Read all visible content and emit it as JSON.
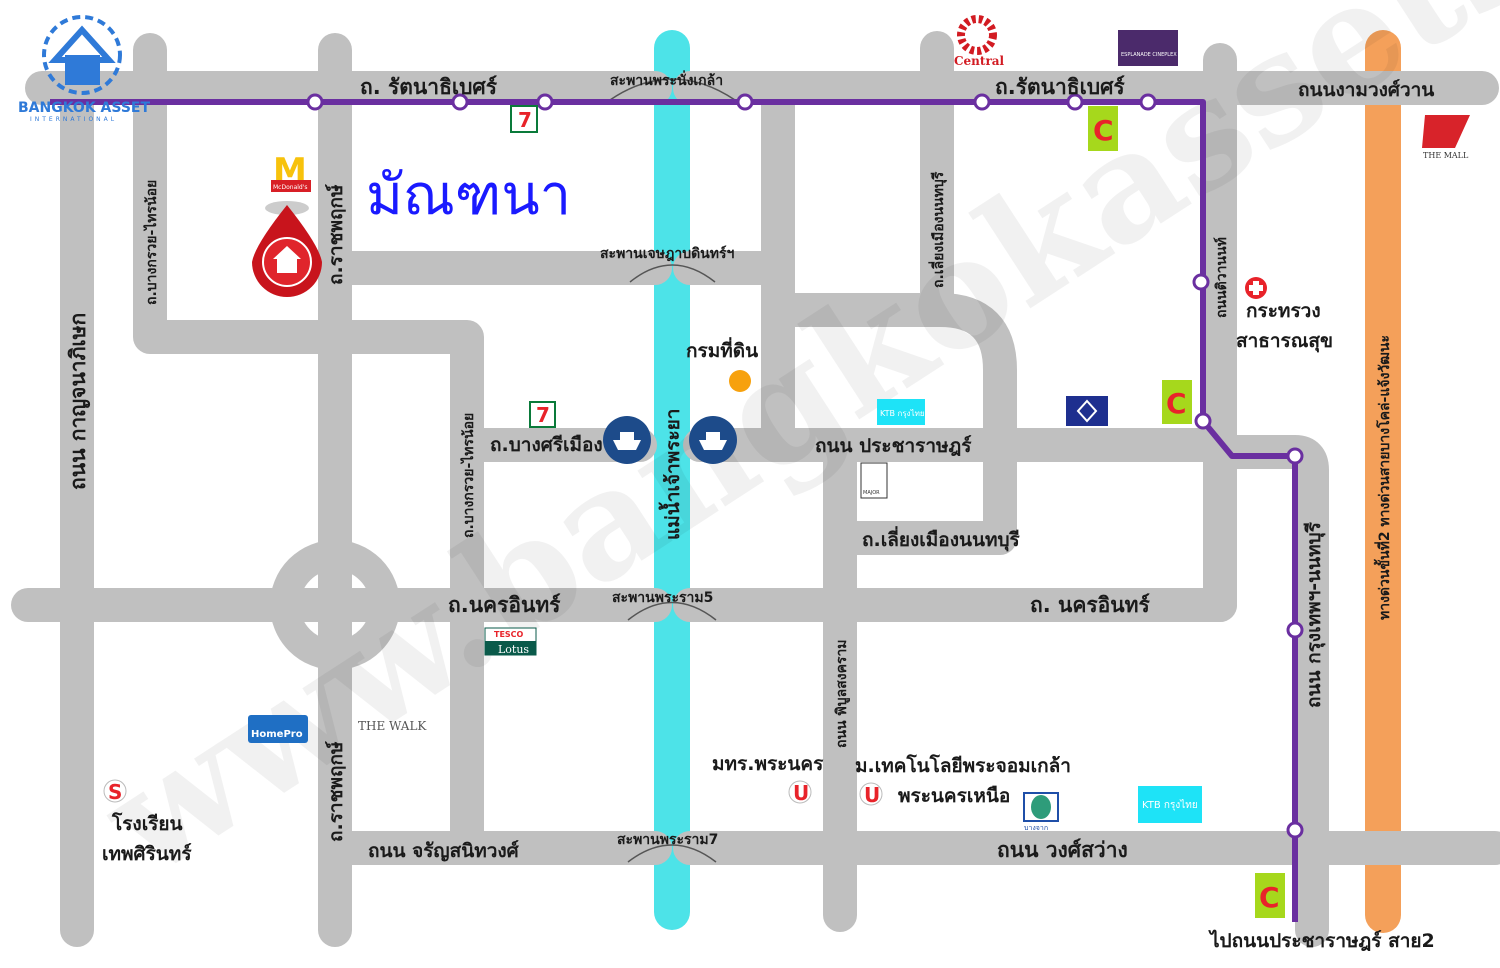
{
  "title": "มัณฑนา",
  "brand": {
    "name": "BANGKOK ASSET",
    "sub": "INTERNATIONAL"
  },
  "watermark": "www.bangkokassets.com",
  "colors": {
    "road": "#c0c0c0",
    "river": "#4de3e8",
    "expressway": "#f4a05a",
    "metro_line": "#6a2fa0",
    "title": "#1a1aff"
  },
  "roads": {
    "rattanathibet_west": "ถ. รัตนาธิเบศร์",
    "rattanathibet_east": "ถ.รัตนาธิเบศร์",
    "ngamwongwan": "ถนนงามวงศ์วาน",
    "kanchanaphisek": "ถนน กาญจนาภิเษก",
    "bangkruai_sainoi_north": "ถ.บางกรวย-ไทรน้อย",
    "bangkruai_sainoi_south": "ถ.บางกรวย-ไทรน้อย",
    "ratchaphruek_north": "ถ.ราชพฤกษ์",
    "ratchaphruek_south": "ถ.ราชพฤกษ์",
    "bangsrimuang": "ถ.บางศรีเมือง",
    "pracharat": "ถนน ประชาราษฎร์",
    "liangmuang_north": "ถ.เลี่ยงเมืองนนทบุรี",
    "liangmuang_south": "ถ.เลี่ยงเมืองนนทบุรี",
    "tiwanon": "ถนนติวานนท์",
    "nakhonin_west": "ถ.นครอินทร์",
    "nakhonin_east": "ถ. นครอินทร์",
    "phibunsongkhram": "ถนน พิบูลสงคราม",
    "bangkok_nonthaburi": "ถนน กรุงเทพฯ-นนทบุรี",
    "charansanitwong": "ถนน จรัญสนิทวงศ์",
    "wongsawang": "ถนน วงศ์สว่าง",
    "expressway": "ทางด่วนขั้นที่2 ทางด่วนสายบางโคล่-แจ้งวัฒนะ",
    "to_pracharat2": "ไปถนนประชาราษฎร์ สาย2",
    "river": "แม่น้ำเจ้าพระยา"
  },
  "bridges": {
    "nangklao": "สะพานพระนั่งเกล้า",
    "jessadabodin": "สะพานเจษฎาบดินทร์ฯ",
    "rama5": "สะพานพระราม5",
    "rama7": "สะพานพระราม7"
  },
  "places": {
    "land_dept": "กรมที่ดิน",
    "ministry_line1": "กระทรวง",
    "ministry_line2": "สาธารณสุข",
    "school_line1": "โรงเรียน",
    "school_line2": "เทพศิรินทร์",
    "rmutp": "มทร.พระนคร",
    "kmutnb_line1": "ม.เทคโนโลยีพระจอมเกล้า",
    "kmutnb_line2": "พระนครเหนือ"
  },
  "logos": {
    "central": "Central",
    "esplanade": "ESPLANADE CINEPLEX",
    "the_mall": "THE MALL",
    "mcdonalds": "McDonald's",
    "seven_eleven": "7",
    "big_c": "Big C",
    "ktb": "KTB กรุงไทย",
    "major": "MAJOR",
    "tesco": "TESCO",
    "lotus": "Lotus",
    "homepro": "HomePro",
    "the_walk": "THE WALK",
    "bangchak": "บางจาก",
    "school_badge": "S",
    "univ_badge": "U"
  }
}
